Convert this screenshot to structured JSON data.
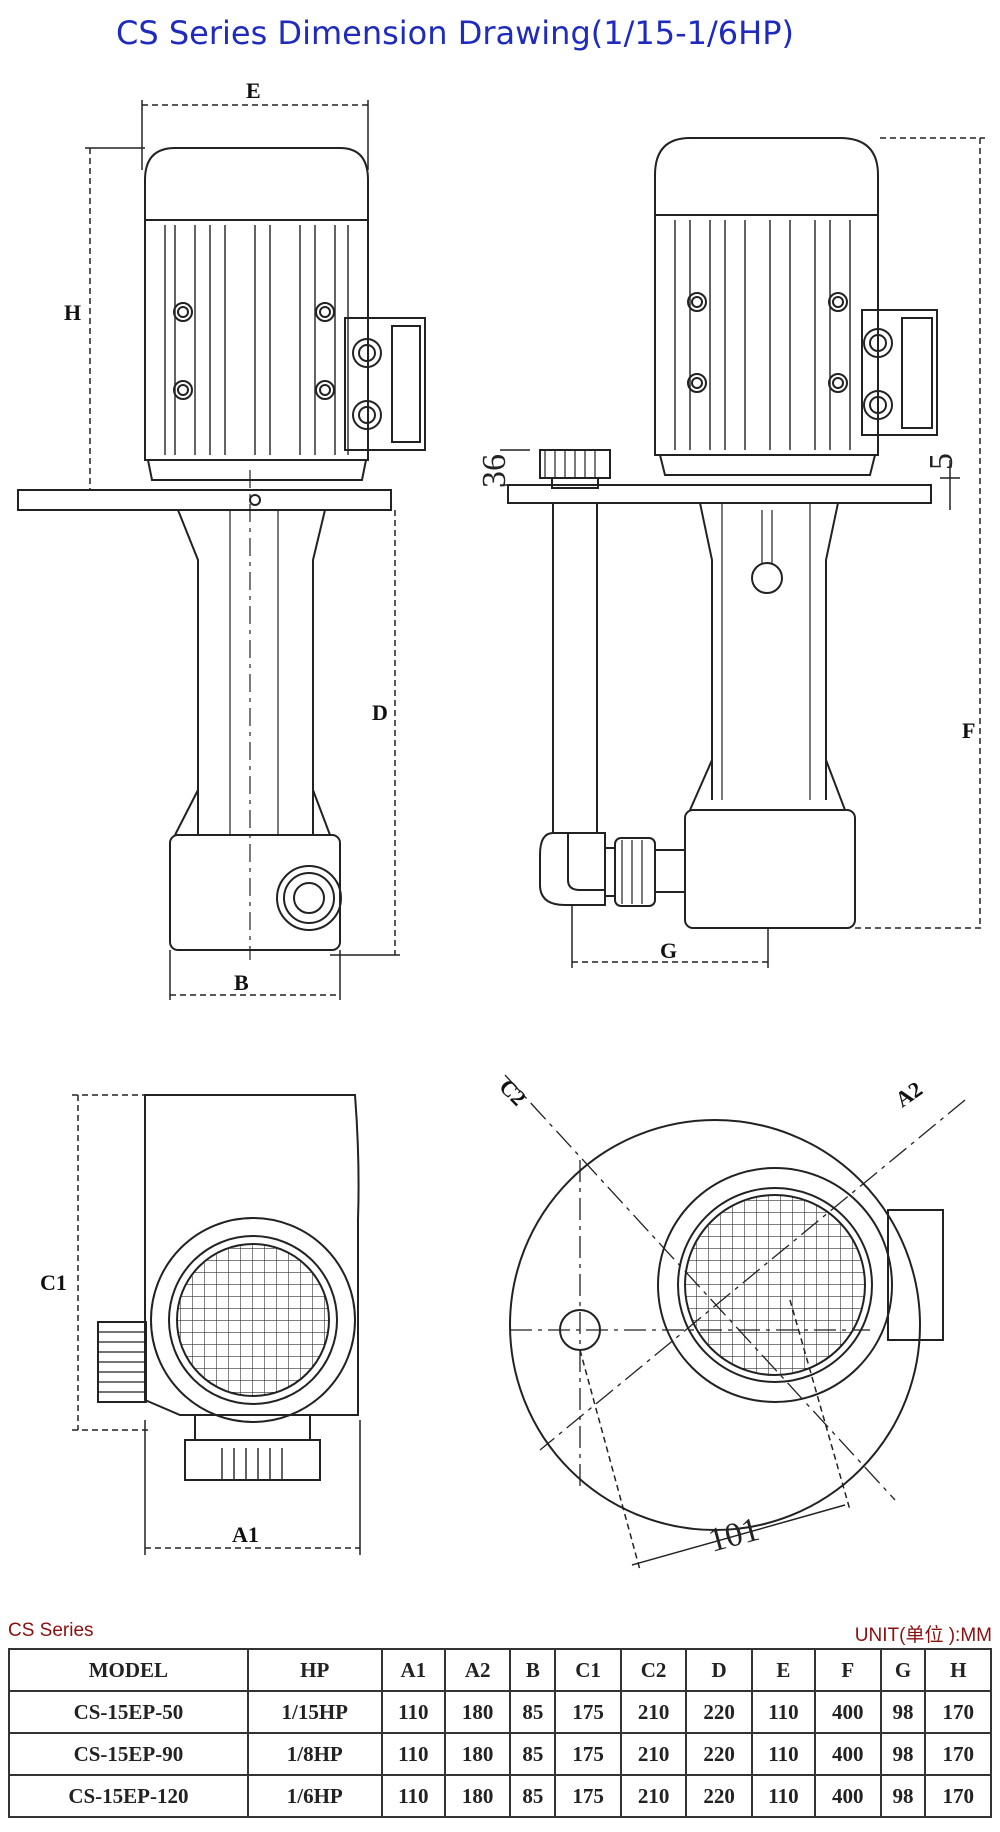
{
  "header": {
    "title": "CS Series Dimension Drawing(1/15-1/6HP)",
    "title_color": "#1f2bbd"
  },
  "drawing": {
    "labels": {
      "E": "E",
      "H": "H",
      "D": "D",
      "B": "B",
      "F": "F",
      "G": "G",
      "C1": "C1",
      "C2": "C2",
      "A1": "A1",
      "A2": "A2",
      "dim_36": "36",
      "dim_5": "5",
      "dim_101": "101"
    }
  },
  "table": {
    "series_label": "CS Series",
    "series_color": "#8a1010",
    "unit_label": "UNIT(单位 ):MM",
    "unit_color": "#8a1010",
    "headers": [
      "MODEL",
      "HP",
      "A1",
      "A2",
      "B",
      "C1",
      "C2",
      "D",
      "E",
      "F",
      "G",
      "H"
    ],
    "rows": [
      [
        "CS-15EP-50",
        "1/15HP",
        "110",
        "180",
        "85",
        "175",
        "210",
        "220",
        "110",
        "400",
        "98",
        "170"
      ],
      [
        "CS-15EP-90",
        "1/8HP",
        "110",
        "180",
        "85",
        "175",
        "210",
        "220",
        "110",
        "400",
        "98",
        "170"
      ],
      [
        "CS-15EP-120",
        "1/6HP",
        "110",
        "180",
        "85",
        "175",
        "210",
        "220",
        "110",
        "400",
        "98",
        "170"
      ]
    ]
  }
}
